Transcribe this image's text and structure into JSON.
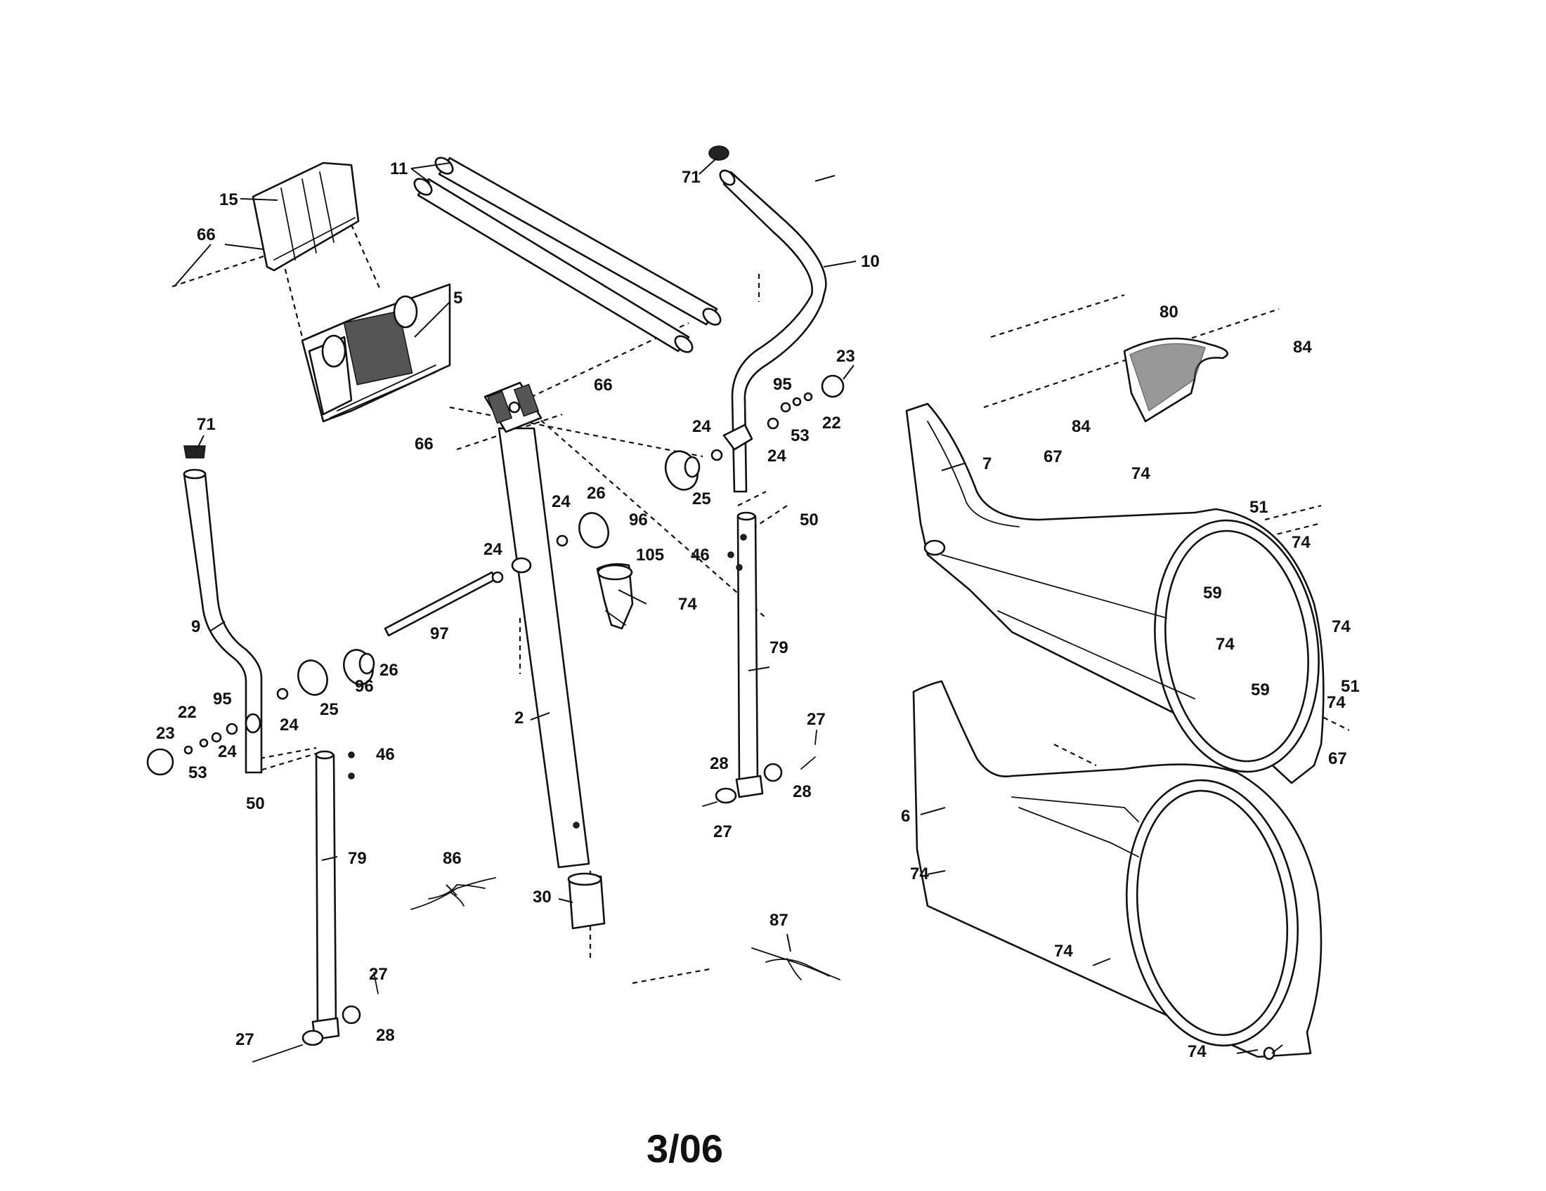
{
  "footer": {
    "date": "3/06"
  },
  "callouts": {
    "c71a": "71",
    "c71b": "71",
    "c15": "15",
    "c66a": "66",
    "c66b": "66",
    "c66c": "66",
    "c11": "11",
    "c10": "10",
    "c5": "5",
    "c80": "80",
    "c84a": "84",
    "c84b": "84",
    "c23a": "23",
    "c23b": "23",
    "c95a": "95",
    "c95b": "95",
    "c22a": "22",
    "c22b": "22",
    "c53a": "53",
    "c53b": "53",
    "c24a": "24",
    "c24b": "24",
    "c24c": "24",
    "c24d": "24",
    "c24e": "24",
    "c24f": "24",
    "c25a": "25",
    "c25b": "25",
    "c26a": "26",
    "c26b": "26",
    "c96a": "96",
    "c96b": "96",
    "c105": "105",
    "c74": [
      "74",
      "74",
      "74",
      "74",
      "74",
      "74",
      "74",
      "74",
      "74"
    ],
    "c97": "97",
    "c9": "9",
    "c2": "2",
    "c7": "7",
    "c6": "6",
    "c67a": "67",
    "c67b": "67",
    "c51a": "51",
    "c51b": "51",
    "c59a": "59",
    "c59b": "59",
    "c50a": "50",
    "c50b": "50",
    "c46a": "46",
    "c46b": "46",
    "c79a": "79",
    "c79b": "79",
    "c27": [
      "27",
      "27",
      "27",
      "27"
    ],
    "c28": [
      "28",
      "28",
      "28"
    ],
    "c86": "86",
    "c87": "87",
    "c30": "30"
  }
}
